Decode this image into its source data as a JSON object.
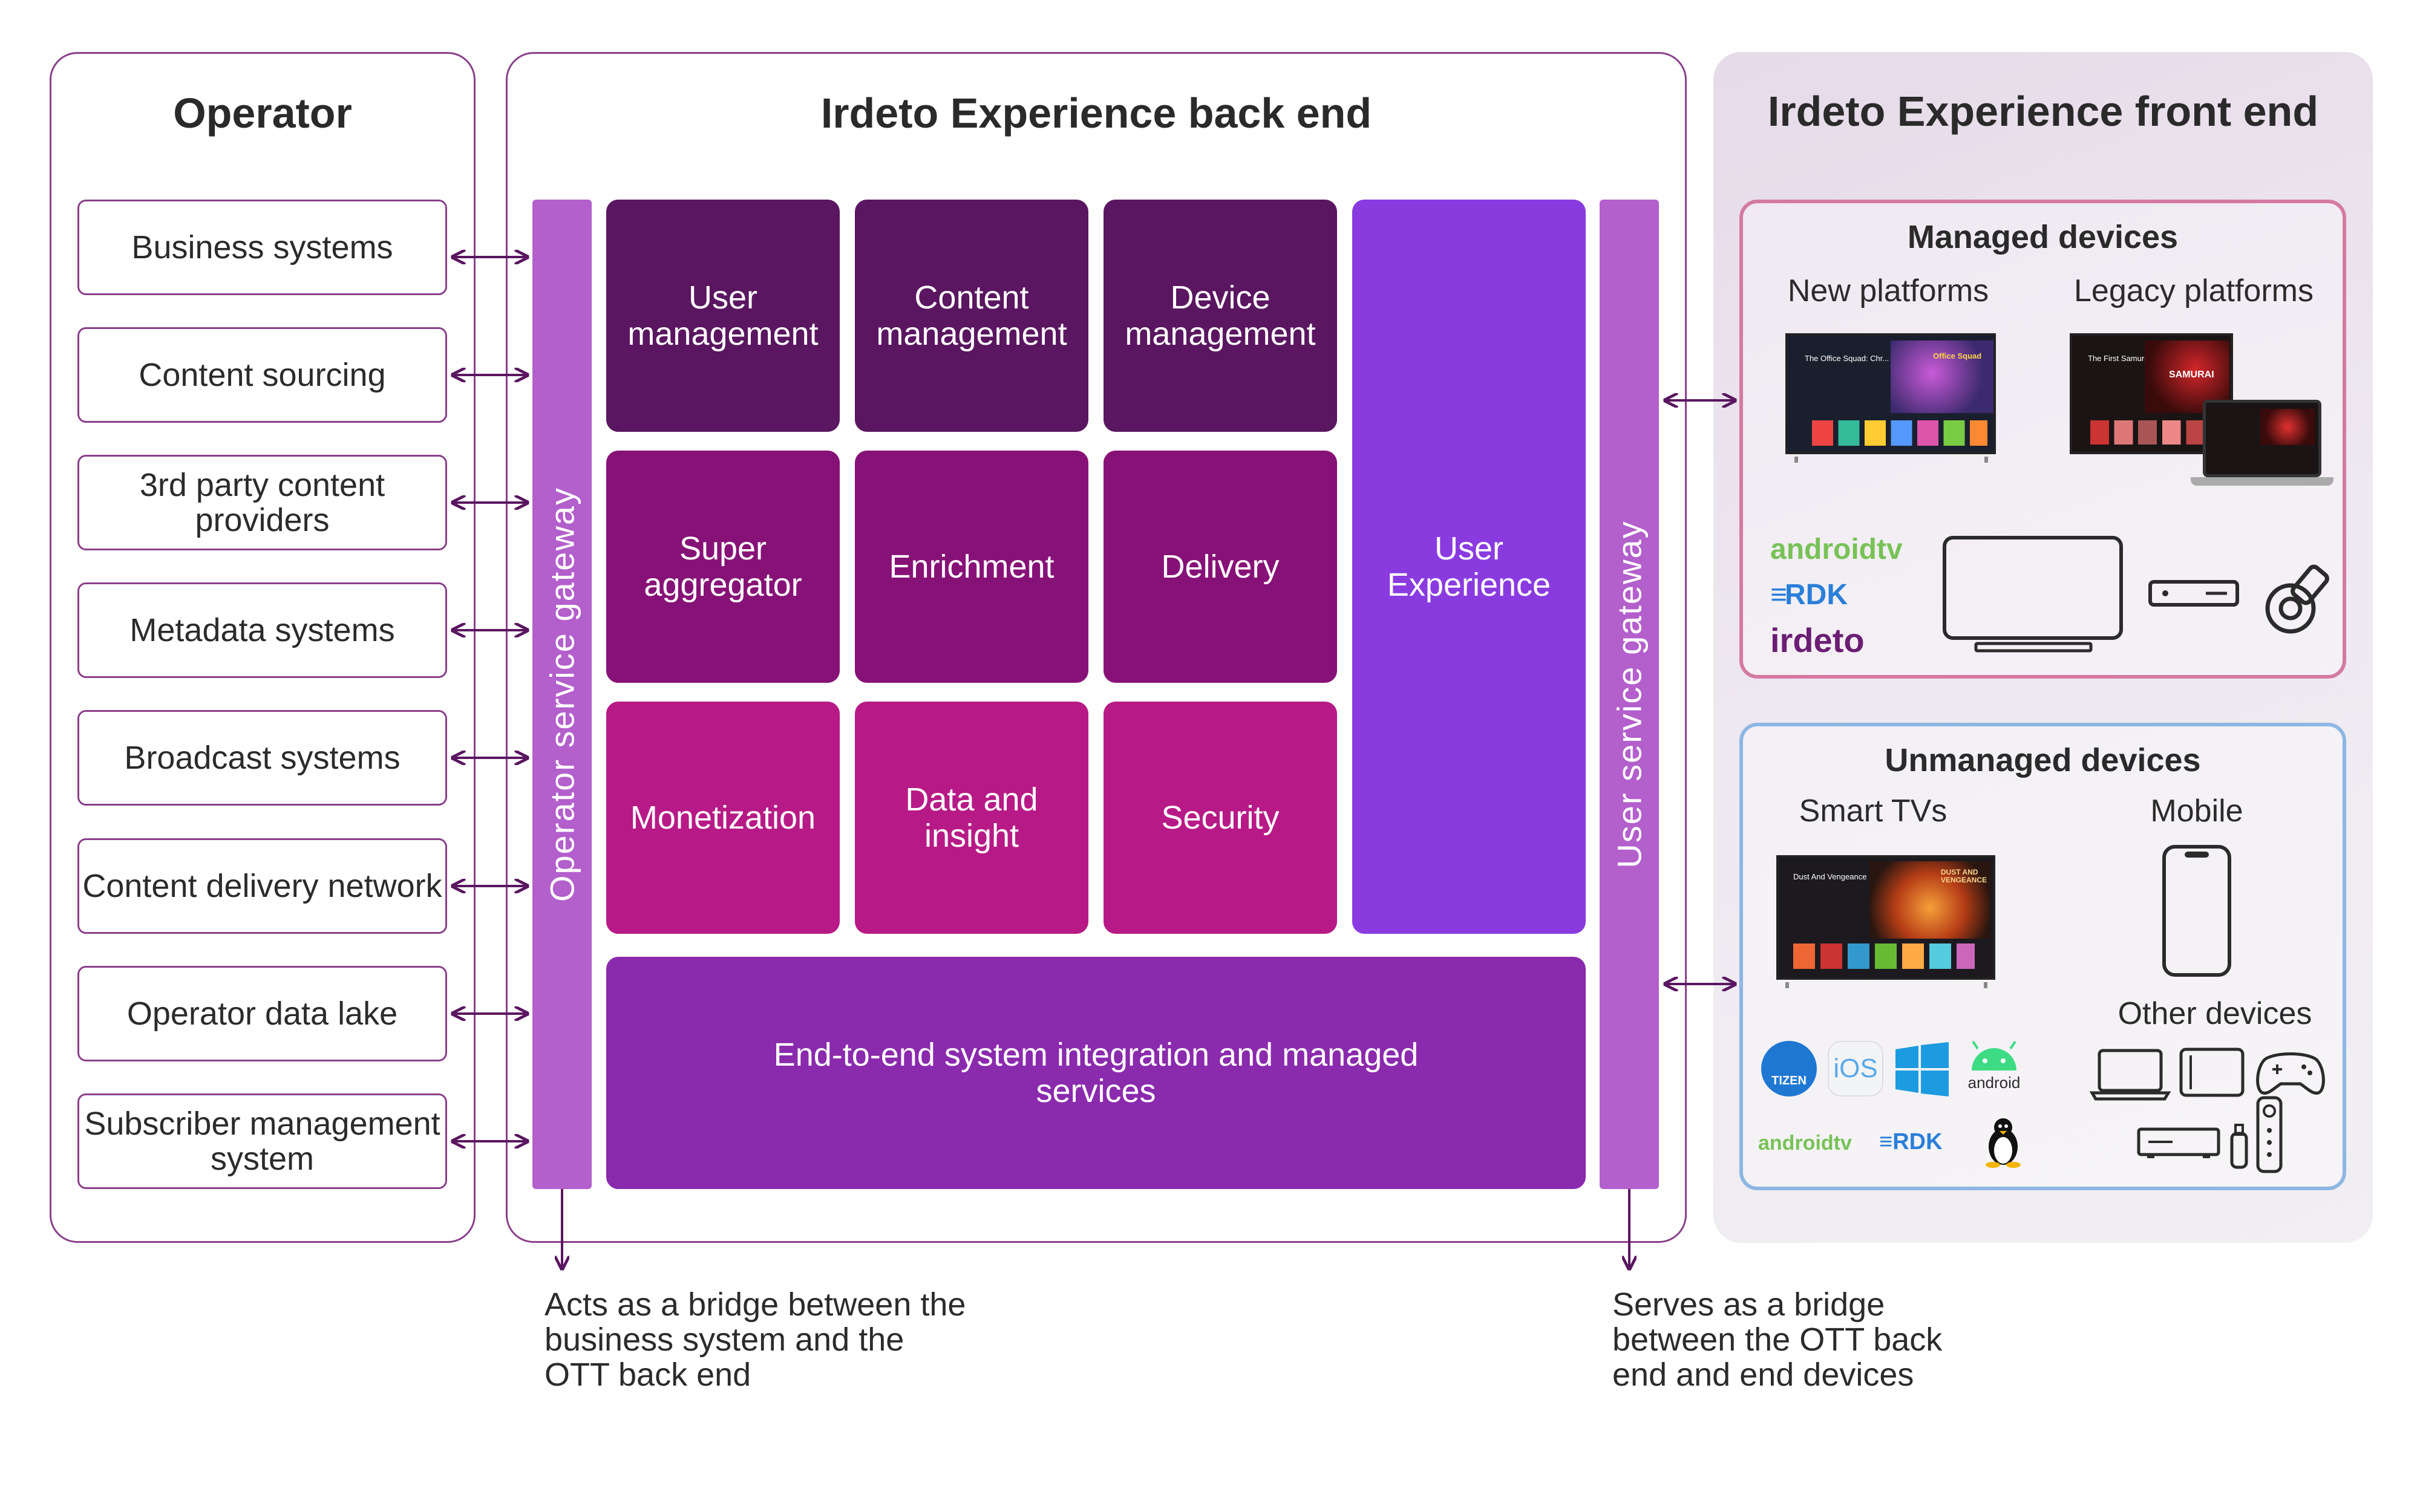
{
  "operator": {
    "title": "Operator",
    "systems": [
      "Business systems",
      "Content sourcing",
      "3rd party content providers",
      "Metadata systems",
      "Broadcast systems",
      "Content delivery network",
      "Operator data lake",
      "Subscriber management system"
    ]
  },
  "backend": {
    "title": "Irdeto Experience back end",
    "operator_gateway": "Operator service gateway",
    "user_gateway": "User service gateway",
    "modules": [
      "User management",
      "Content management",
      "Device management",
      "Super aggregator",
      "Enrichment",
      "Delivery",
      "Monetization",
      "Data and insight",
      "Security"
    ],
    "user_experience": "User Experience",
    "integration": "End-to-end system integration and managed services"
  },
  "frontend": {
    "title": "Irdeto Experience front end",
    "managed": {
      "title": "Managed devices",
      "new_platforms": "New platforms",
      "legacy_platforms": "Legacy platforms",
      "logos": [
        "androidtv",
        "RDK",
        "irdeto"
      ],
      "new_screen": {
        "title": "The Office Squad: Chr...",
        "poster": "Office Squad"
      },
      "legacy_screen": {
        "title": "The First Samurai",
        "poster": "SAMURAI"
      }
    },
    "unmanaged": {
      "title": "Unmanaged devices",
      "smart_tvs": "Smart TVs",
      "mobile": "Mobile",
      "other_devices": "Other devices",
      "screen": {
        "title": "Dust And Vengeance",
        "poster": "DUST AND VENGEANCE"
      },
      "logos": [
        "TIZEN",
        "iOS",
        "android",
        "androidtv",
        "RDK"
      ]
    }
  },
  "notes": {
    "operator_gateway": "Acts as a bridge  between the business system and the OTT back end",
    "user_gateway": "Serves as a bridge between the OTT back end and end devices"
  },
  "colors": {
    "panel_border": "#8a3f8a",
    "module_dark": "#5a1660",
    "module_mid": "#871277",
    "module_pink": "#b71a86",
    "user_experience": "#8a3be0",
    "integration": "#8a2aad",
    "gateway": "#b35fcc"
  }
}
